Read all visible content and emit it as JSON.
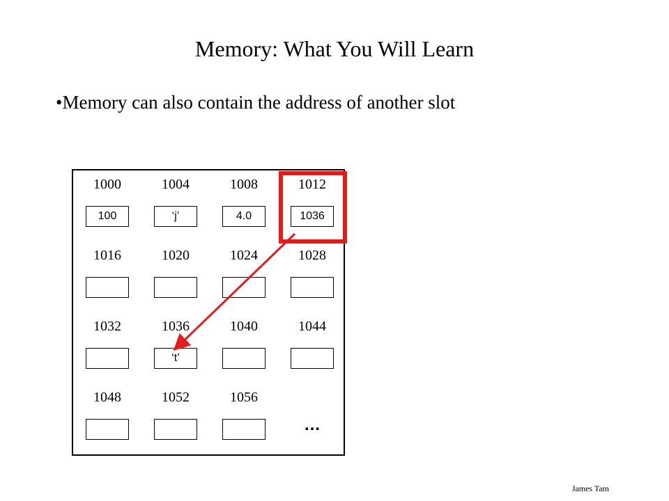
{
  "slide": {
    "title": "Memory: What You Will Learn",
    "bullet": "•Memory can also contain the address of another slot",
    "footer": "James Tam"
  },
  "memory": {
    "cells": [
      {
        "address": "1000",
        "value": "100"
      },
      {
        "address": "1004",
        "value": "‘j’"
      },
      {
        "address": "1008",
        "value": "4.0"
      },
      {
        "address": "1012",
        "value": "1036"
      },
      {
        "address": "1016",
        "value": ""
      },
      {
        "address": "1020",
        "value": ""
      },
      {
        "address": "1024",
        "value": ""
      },
      {
        "address": "1028",
        "value": ""
      },
      {
        "address": "1032",
        "value": ""
      },
      {
        "address": "1036",
        "value": "‘t’"
      },
      {
        "address": "1040",
        "value": ""
      },
      {
        "address": "1044",
        "value": ""
      },
      {
        "address": "1048",
        "value": ""
      },
      {
        "address": "1052",
        "value": ""
      },
      {
        "address": "1056",
        "value": ""
      }
    ],
    "more": "…",
    "highlighted_address": "1012",
    "pointer_target": "1036",
    "highlight_color": "#e21b1b"
  }
}
